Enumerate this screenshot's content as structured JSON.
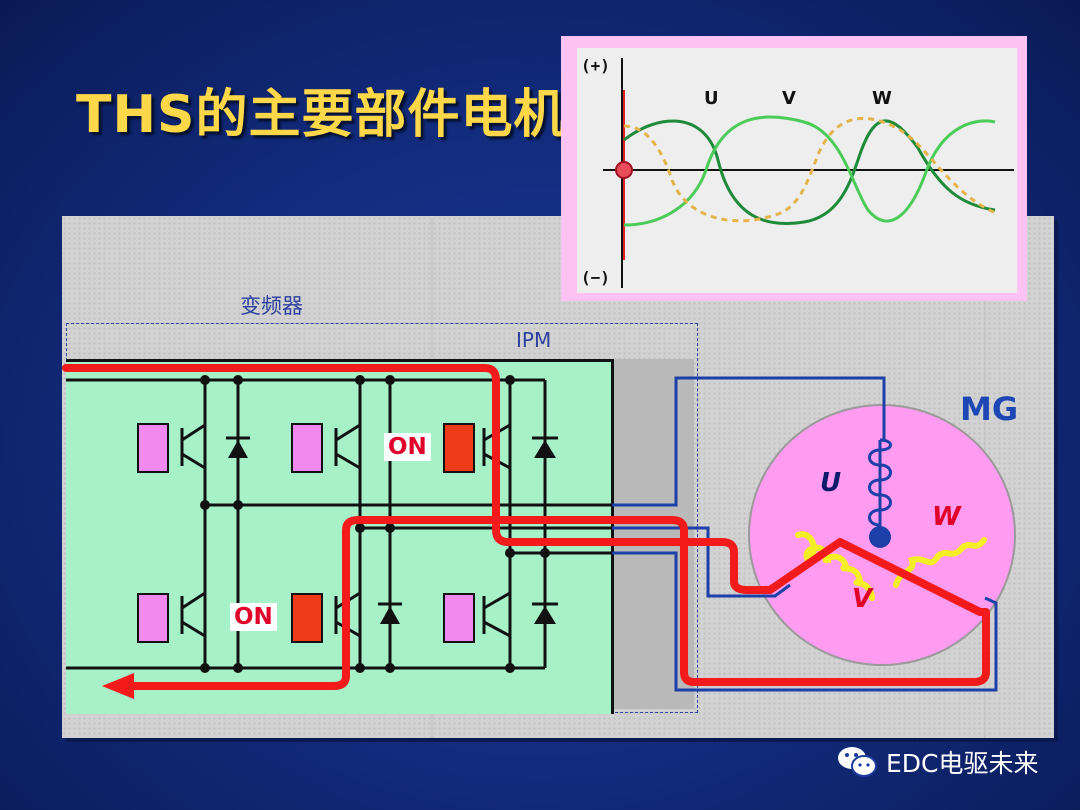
{
  "title": "THS的主要部件电机",
  "labels": {
    "inverter": "变频器",
    "ipm": "IPM",
    "mg": "MG",
    "phase_u": "U",
    "phase_v": "V",
    "phase_w": "W",
    "on_top": "ON",
    "on_bottom": "ON"
  },
  "waveform": {
    "plus": "(+)",
    "minus": "(−)",
    "u": "U",
    "v": "V",
    "w": "W"
  },
  "watermark": {
    "text": "EDC电驱未来",
    "icon": "wechat-icon"
  },
  "colors": {
    "title": "#ffd84a",
    "current_path": "#f21a1a",
    "ipm": "#a7f1c9",
    "motor": "#ff9cf2",
    "switch_off": "#f08af0",
    "switch_on": "#ee3a16",
    "winding": "#1d47b5",
    "coil_yellow": "#f4ee25"
  }
}
